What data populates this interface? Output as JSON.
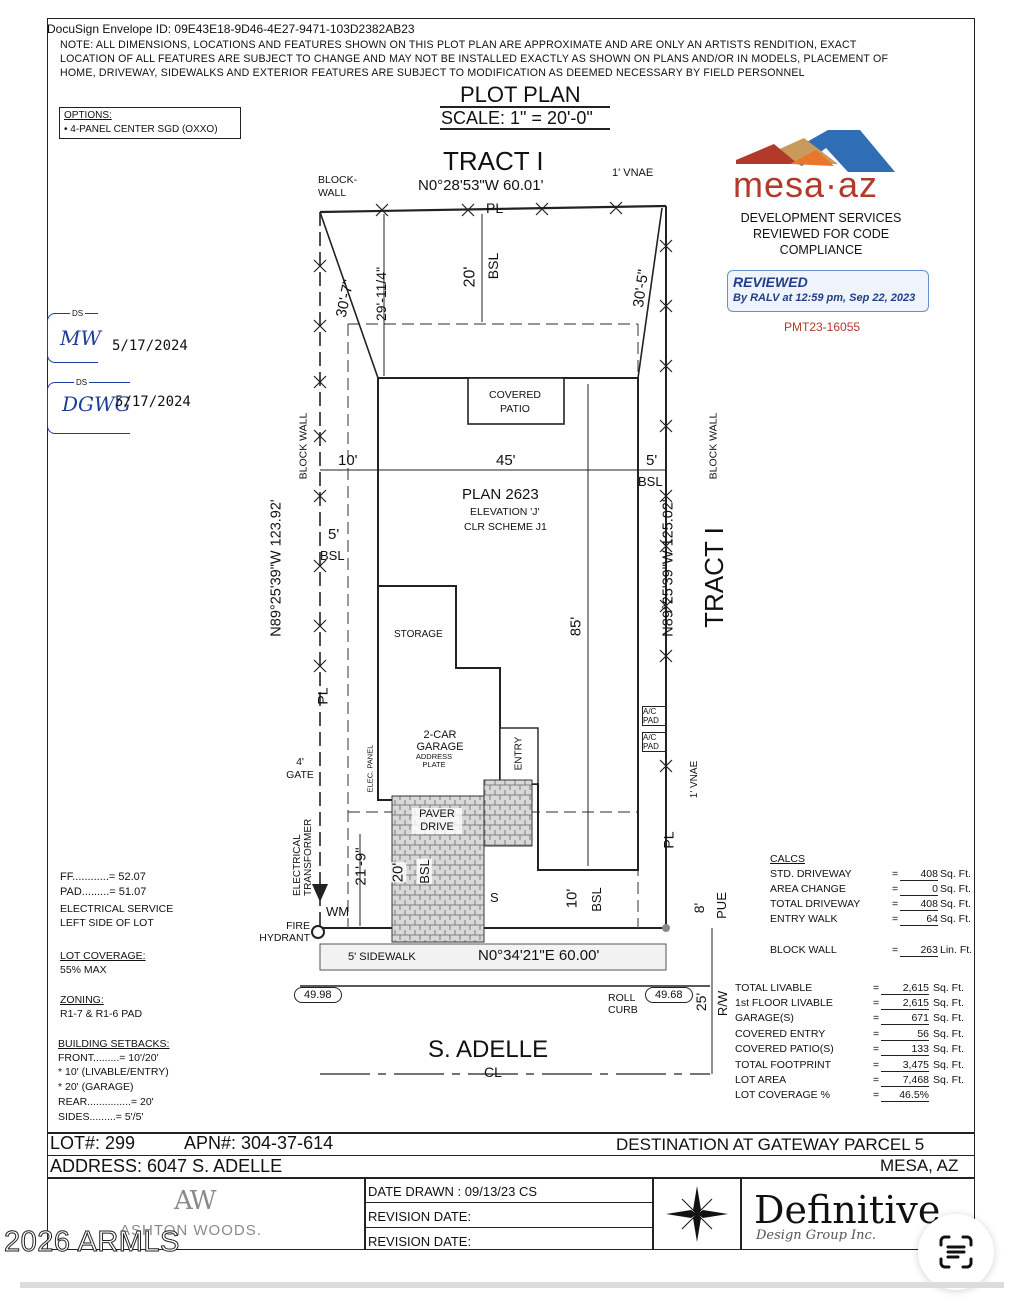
{
  "envelope": "DocuSign Envelope ID: 09E43E18-9D46-4E27-9471-103D2382AB23",
  "notice": [
    "NOTE: ALL DIMENSIONS, LOCATIONS AND FEATURES SHOWN ON THIS PLOT PLAN ARE APPROXIMATE AND ARE ONLY AN ARTISTS RENDITION, EXACT",
    "LOCATION OF ALL FEATURES ARE SUBJECT TO CHANGE AND MAY NOT BE INSTALLED EXACTLY AS SHOWN ON PLANS AND/OR IN MODELS, PLACEMENT OF",
    "HOME, DRIVEWAY, SIDEWALKS AND EXTERIOR FEATURES ARE SUBJECT TO MODIFICATION AS DEEMED NECESSARY BY FIELD PERSONNEL"
  ],
  "title": "PLOT PLAN",
  "scale": "SCALE: 1\" = 20'-0\"",
  "options": {
    "heading": "OPTIONS:",
    "item": "• 4-PANEL CENTER SGD (OXXO)"
  },
  "stamp": {
    "logo_text": "mesa·az",
    "lines": [
      "DEVELOPMENT SERVICES",
      "REVIEWED FOR CODE",
      "COMPLIANCE"
    ],
    "reviewed": "REVIEWED",
    "by": "By RALV at 12:59 pm, Sep 22, 2023",
    "permit": "PMT23-16055",
    "colors": {
      "orange": "#e8762b",
      "blue": "#2f6db5",
      "red": "#b23a2a",
      "tan": "#c99a5b"
    }
  },
  "initials": [
    {
      "tag": "DS",
      "sig": "MW",
      "date": "5/17/2024"
    },
    {
      "tag": "DS",
      "sig": "DGWG",
      "date": "5/17/2024"
    }
  ],
  "plan": {
    "tract_top": "TRACT I",
    "tract_right": "TRACT I",
    "top_bearing": "N0°28'53\"W 60.01'",
    "vnae_top": "1' VNAE",
    "vnae_side": "1' VNAE",
    "block_wall": "BLOCK- WALL",
    "block_wall_left": "BLOCK WALL",
    "block_wall_right": "BLOCK WALL",
    "pl": "PL",
    "rear_setback": "20'",
    "bsl": "BSL",
    "d_left_diag": "30'-7\"",
    "d_left_inner": "29'-11/4\"",
    "d_right_diag": "30'-5\"",
    "covered_patio": "COVERED PATIO",
    "w_left": "10'",
    "w_house": "45'",
    "w_right": "5'",
    "plan_name": "PLAN 2623",
    "elevation": "ELEVATION 'J'",
    "scheme": "CLR SCHEME J1",
    "left_bearing": "N89°25'39\"W 123.92'",
    "right_bearing": "N89°25'39\"W 125.02'",
    "side_setback": "5'",
    "storage": "STORAGE",
    "depth": "85'",
    "garage": "2-CAR GARAGE",
    "address_plate": "ADDRESS PLATE",
    "entry": "ENTRY",
    "ac_pad": "A/C PAD",
    "elec_panel": "ELEC. PANEL",
    "gate": "4' GATE",
    "electrical_transformer": "ELECTRICAL TRANSFORMER",
    "paver_drive": "PAVER DRIVE",
    "front_garage": "20'",
    "front_liv": "10'",
    "front_left": "21'-9\"",
    "pue": "PUE",
    "pue_dim": "8'",
    "wm": "WM",
    "s": "S",
    "fire_hydrant": "FIRE HYDRANT",
    "sidewalk": "5' SIDEWALK",
    "front_bearing": "N0°34'21\"E 60.00'",
    "elev_left": "49.98",
    "elev_right": "49.68",
    "roll_curb": "ROLL CURB",
    "rw": "R/W",
    "rw_dim": "25'",
    "street": "S. ADELLE",
    "cl": "CL"
  },
  "left_info": {
    "ff": "FF............= 52.07",
    "pad": "PAD.........= 51.07",
    "elec1": "ELECTRICAL SERVICE",
    "elec2": "LEFT  SIDE OF LOT",
    "lot_cov_h": "LOT COVERAGE:",
    "lot_cov": "55% MAX",
    "zoning_h": "ZONING:",
    "zoning": "R1-7 & R1-6 PAD",
    "setbacks_h": "BUILDING SETBACKS:",
    "setbacks": [
      "FRONT.........= 10'/20'",
      "* 10' (LIVABLE/ENTRY)",
      "* 20' (GARAGE)",
      "REAR...............= 20'",
      "SIDES.........= 5'/5'"
    ]
  },
  "calcs": {
    "heading": "CALCS",
    "rows": [
      {
        "label": "STD. DRIVEWAY",
        "eq": "=",
        "value": "408",
        "unit": "Sq. Ft."
      },
      {
        "label": "AREA CHANGE",
        "eq": "=",
        "value": "0",
        "unit": "Sq. Ft."
      },
      {
        "label": "TOTAL DRIVEWAY",
        "eq": "=",
        "value": "408",
        "unit": "Sq. Ft."
      },
      {
        "label": "ENTRY WALK",
        "eq": "=",
        "value": "64",
        "unit": "Sq. Ft."
      },
      {
        "label": "BLOCK WALL",
        "eq": "=",
        "value": "263",
        "unit": "Lin. Ft."
      }
    ]
  },
  "totals": [
    {
      "label": "TOTAL LIVABLE",
      "eq": "=",
      "value": "2,615",
      "unit": "Sq. Ft."
    },
    {
      "label": "1st FLOOR LIVABLE",
      "eq": "=",
      "value": "2,615",
      "unit": "Sq. Ft."
    },
    {
      "label": "GARAGE(S)",
      "eq": "=",
      "value": "671",
      "unit": "Sq. Ft."
    },
    {
      "label": "COVERED ENTRY",
      "eq": "=",
      "value": "56",
      "unit": "Sq. Ft."
    },
    {
      "label": "COVERED PATIO(S)",
      "eq": "=",
      "value": "133",
      "unit": "Sq. Ft."
    },
    {
      "label": "TOTAL FOOTPRINT",
      "eq": "=",
      "value": "3,475",
      "unit": "Sq. Ft."
    },
    {
      "label": "LOT AREA",
      "eq": "=",
      "value": "7,468",
      "unit": "Sq. Ft."
    },
    {
      "label": "LOT COVERAGE %",
      "eq": "=",
      "value": "46.5%",
      "unit": ""
    }
  ],
  "title_block": {
    "lot": "LOT#: 299",
    "apn": "APN#: 304-37-614",
    "address": "ADDRESS: 6047 S. ADELLE",
    "subdivision": "DESTINATION AT GATEWAY PARCEL 5",
    "city": "MESA, AZ",
    "date_drawn": "DATE DRAWN : 09/13/23 CS",
    "rev1": "REVISION DATE:",
    "rev2": "REVISION DATE:",
    "builder_mark": "AW",
    "builder": "ASHTON WOODS.",
    "designer": "Definitive",
    "designer_sub": "Design Group Inc."
  },
  "watermark": "2026 ARMLS"
}
